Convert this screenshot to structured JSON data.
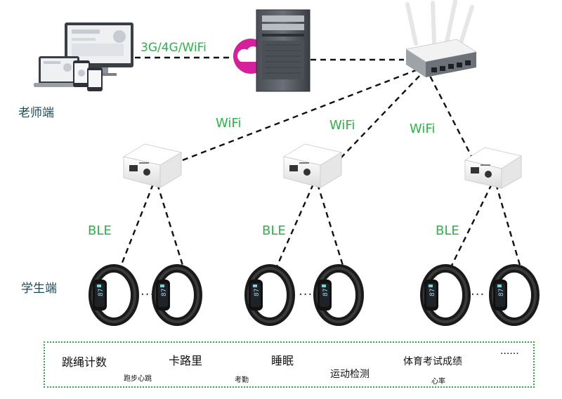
{
  "labels": {
    "teacher_side": "老师端",
    "student_side": "学生端",
    "network_link": "3G/4G/WiFi",
    "wifi_1": "WiFi",
    "wifi_2": "WiFi",
    "wifi_3": "WiFi",
    "ble_1": "BLE",
    "ble_2": "BLE",
    "ble_3": "BLE",
    "ellipsis_1": "...",
    "ellipsis_2": "...",
    "ellipsis_3": "..."
  },
  "features": {
    "f1": "跳绳计数",
    "f2": "跑步心跳",
    "f3": "卡路里",
    "f4": "考勤",
    "f5": "睡眠",
    "f6": "运动检测",
    "f7": "体育考试成绩",
    "f8": "心率",
    "f9": "......"
  },
  "colors": {
    "accent_green": "#2fb24a",
    "label_dark": "#1f4a57",
    "cloud_magenta": "#d61f9a"
  },
  "icons": [
    "devices-icon",
    "cloud-icon",
    "server-icon",
    "router-icon",
    "ble-gateway-icon",
    "smart-band-icon"
  ]
}
